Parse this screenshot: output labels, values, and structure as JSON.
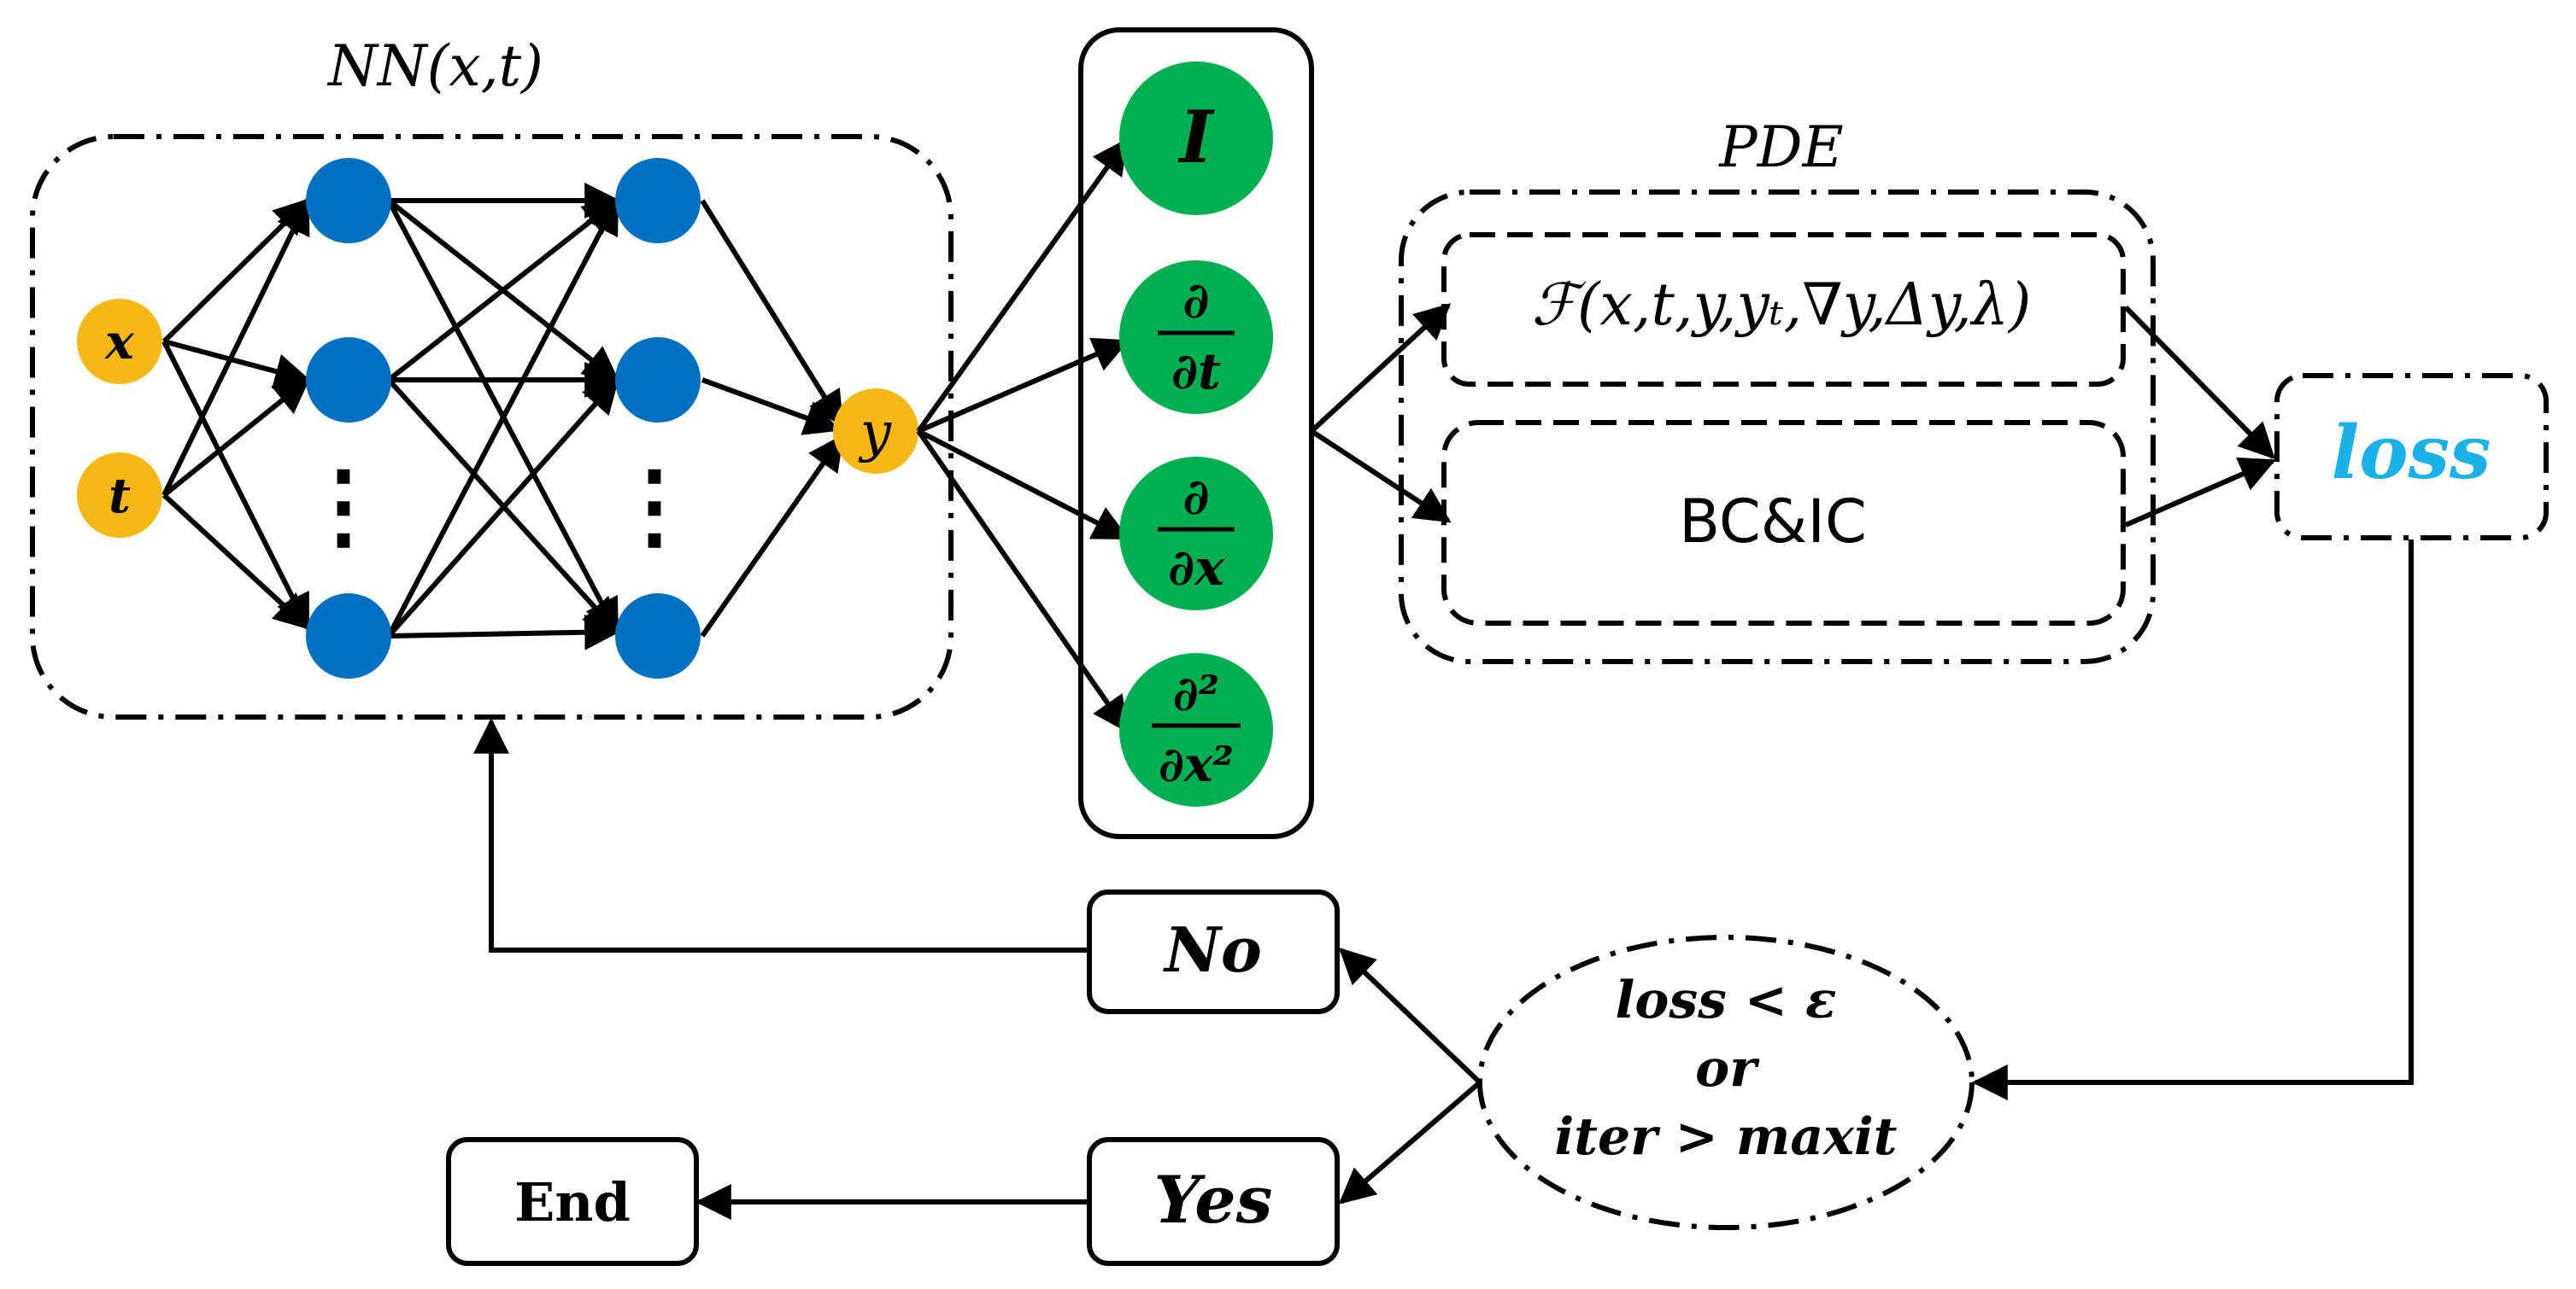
{
  "labels": {
    "nn_title": "NN(x,t)",
    "pde_title": "PDE",
    "input_x": "x",
    "input_t": "t",
    "output_y": "y",
    "dots": "⋮",
    "op_identity": "I",
    "op_partial": "∂",
    "op_dt": "∂t",
    "op_dx": "∂x",
    "op_d2": "∂²",
    "op_dx2": "∂x²",
    "pde_residual": "ℱ(x,t,y,yₜ,∇y,Δy,λ)",
    "bc_ic": "BC&IC",
    "loss": "loss",
    "condition_line1": "loss < ε",
    "condition_line2": "or",
    "condition_line3": "iter > maxit",
    "no": "No",
    "yes": "Yes",
    "end": "End"
  },
  "colors": {
    "input_node": "#f6b817",
    "hidden_node": "#0070c0",
    "operator_node": "#00b050",
    "loss_text": "#1ab0e8",
    "stroke": "#000000"
  }
}
